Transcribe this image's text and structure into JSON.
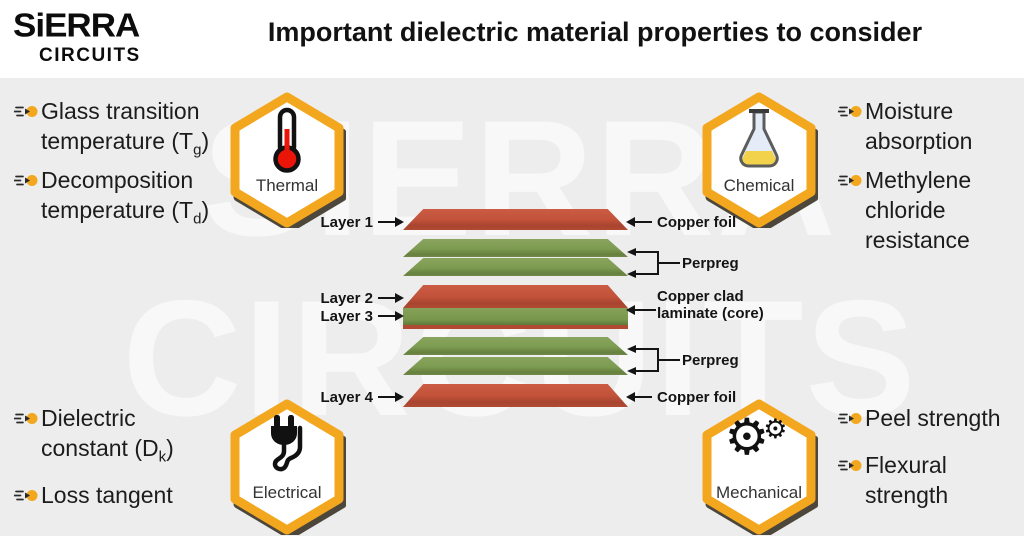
{
  "brand": {
    "name_top": "SiERRA",
    "name_bottom": "CIRCUITS"
  },
  "title": "Important dielectric material properties to consider",
  "watermark": {
    "line1": "SIERRA",
    "line2": "CIRCUITS"
  },
  "colors": {
    "accent_yellow": "#f2a71e",
    "copper_red": "#c2523a",
    "prepreg_green": "#7d9b51",
    "thermometer_red": "#ea1508",
    "flask_liquid_yellow": "#f3d24b",
    "text_dark": "#1c1c1c",
    "background_gray": "#ecedec"
  },
  "hexagons": {
    "thermal": {
      "label": "Thermal"
    },
    "chemical": {
      "label": "Chemical"
    },
    "electrical": {
      "label": "Electrical"
    },
    "mechanical": {
      "label": "Mechanical"
    }
  },
  "properties": {
    "thermal": [
      {
        "l1": "Glass transition",
        "l2_pre": "temperature (T",
        "l2_sub": "g",
        "l2_post": ")"
      },
      {
        "l1": "Decomposition",
        "l2_pre": "temperature (T",
        "l2_sub": "d",
        "l2_post": ")"
      }
    ],
    "chemical": [
      {
        "l1": "Moisture",
        "l2": "absorption"
      },
      {
        "l1": "Methylene",
        "l2": "chloride",
        "l3": "resistance"
      }
    ],
    "electrical": [
      {
        "l1": "Dielectric",
        "l2_pre": "constant (D",
        "l2_sub": "k",
        "l2_post": ")"
      },
      {
        "l1": "Loss tangent"
      }
    ],
    "mechanical": [
      {
        "l1": "Peel strength"
      },
      {
        "l1": "Flexural",
        "l2": "strength"
      }
    ]
  },
  "stack": {
    "left_labels": [
      "Layer 1",
      "Layer 2",
      "Layer 3",
      "Layer 4"
    ],
    "right": {
      "copper_foil_top": "Copper foil",
      "perpreg_top": "Perpreg",
      "core_line1": "Copper clad",
      "core_line2": "laminate (core)",
      "perpreg_bottom": "Perpreg",
      "copper_foil_bottom": "Copper foil"
    }
  }
}
